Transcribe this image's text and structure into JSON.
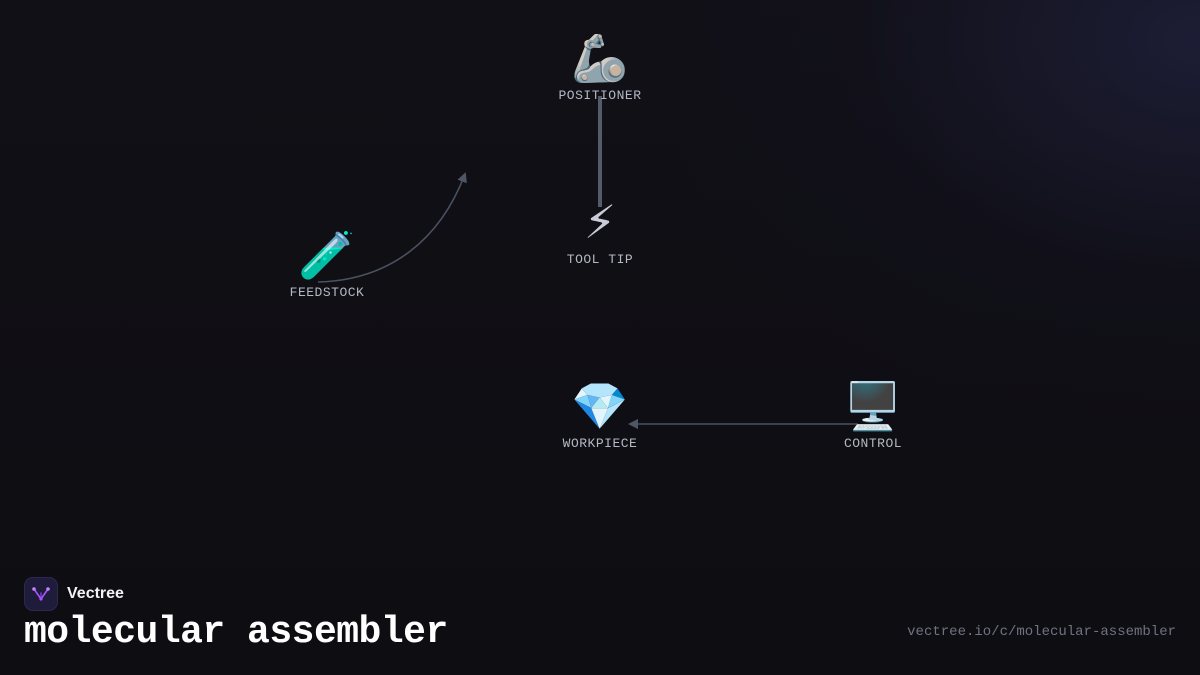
{
  "diagram": {
    "nodes": [
      {
        "id": "positioner",
        "icon": "mechanical-arm",
        "glyph": "🦾",
        "label": "POSITIONER"
      },
      {
        "id": "tooltip",
        "icon": "lightning",
        "glyph": "⚡",
        "label": "TOOL TIP"
      },
      {
        "id": "feedstock",
        "icon": "test-tube",
        "glyph": "🧪",
        "label": "FEEDSTOCK"
      },
      {
        "id": "workpiece",
        "icon": "gem",
        "glyph": "💎",
        "label": "WORKPIECE"
      },
      {
        "id": "control",
        "icon": "desktop-computer",
        "glyph": "🖥️",
        "label": "CONTROL"
      }
    ],
    "edges": [
      {
        "from": "positioner",
        "to": "tooltip",
        "style": "solid-line",
        "arrow": false
      },
      {
        "from": "feedstock",
        "to": "tooltip",
        "style": "curve",
        "arrow": true
      },
      {
        "from": "control",
        "to": "workpiece",
        "style": "straight",
        "arrow": true
      }
    ],
    "colors": {
      "edge": "#4a5160",
      "edge_strong": "#5b6273",
      "label": "#b3b8c4",
      "background": "#0f0e13"
    }
  },
  "brand": {
    "name": "Vectree",
    "logo_icon": "vectree-logo",
    "accent": "#a855f7"
  },
  "page": {
    "title": "molecular assembler",
    "url": "vectree.io/c/molecular-assembler"
  }
}
